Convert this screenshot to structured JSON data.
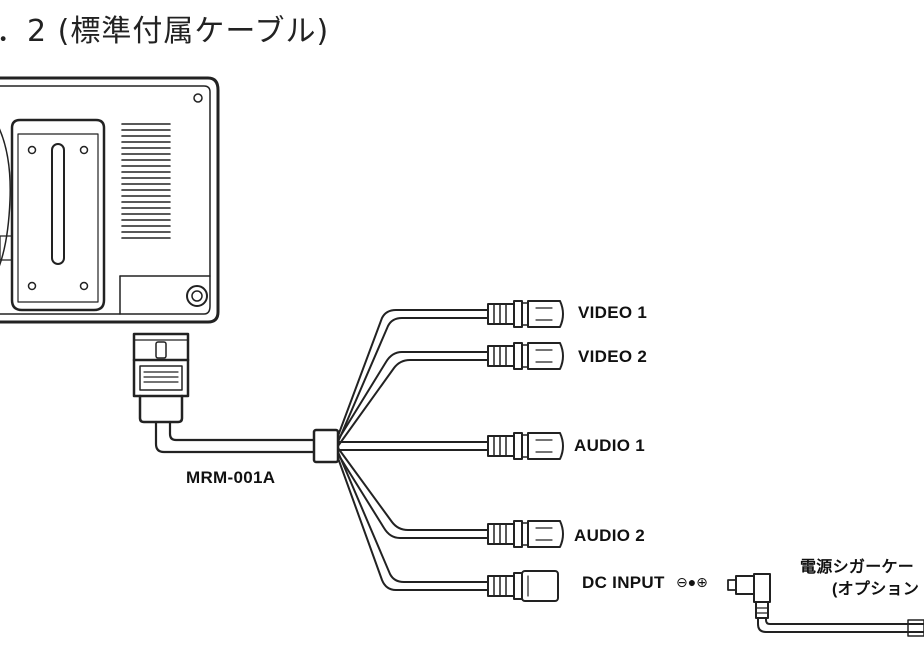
{
  "title": "．2 (標準付属ケーブル)",
  "cable": {
    "model": "MRM-001A"
  },
  "connectors": [
    {
      "id": "video1",
      "label": "VIDEO 1"
    },
    {
      "id": "video2",
      "label": "VIDEO 2"
    },
    {
      "id": "audio1",
      "label": "AUDIO 1"
    },
    {
      "id": "audio2",
      "label": "AUDIO 2"
    },
    {
      "id": "dc",
      "label": "DC INPUT"
    }
  ],
  "polarity_symbol": "⊖●⊕",
  "option_cable": {
    "line1": "電源シガーケー",
    "line2": "(オプション"
  }
}
